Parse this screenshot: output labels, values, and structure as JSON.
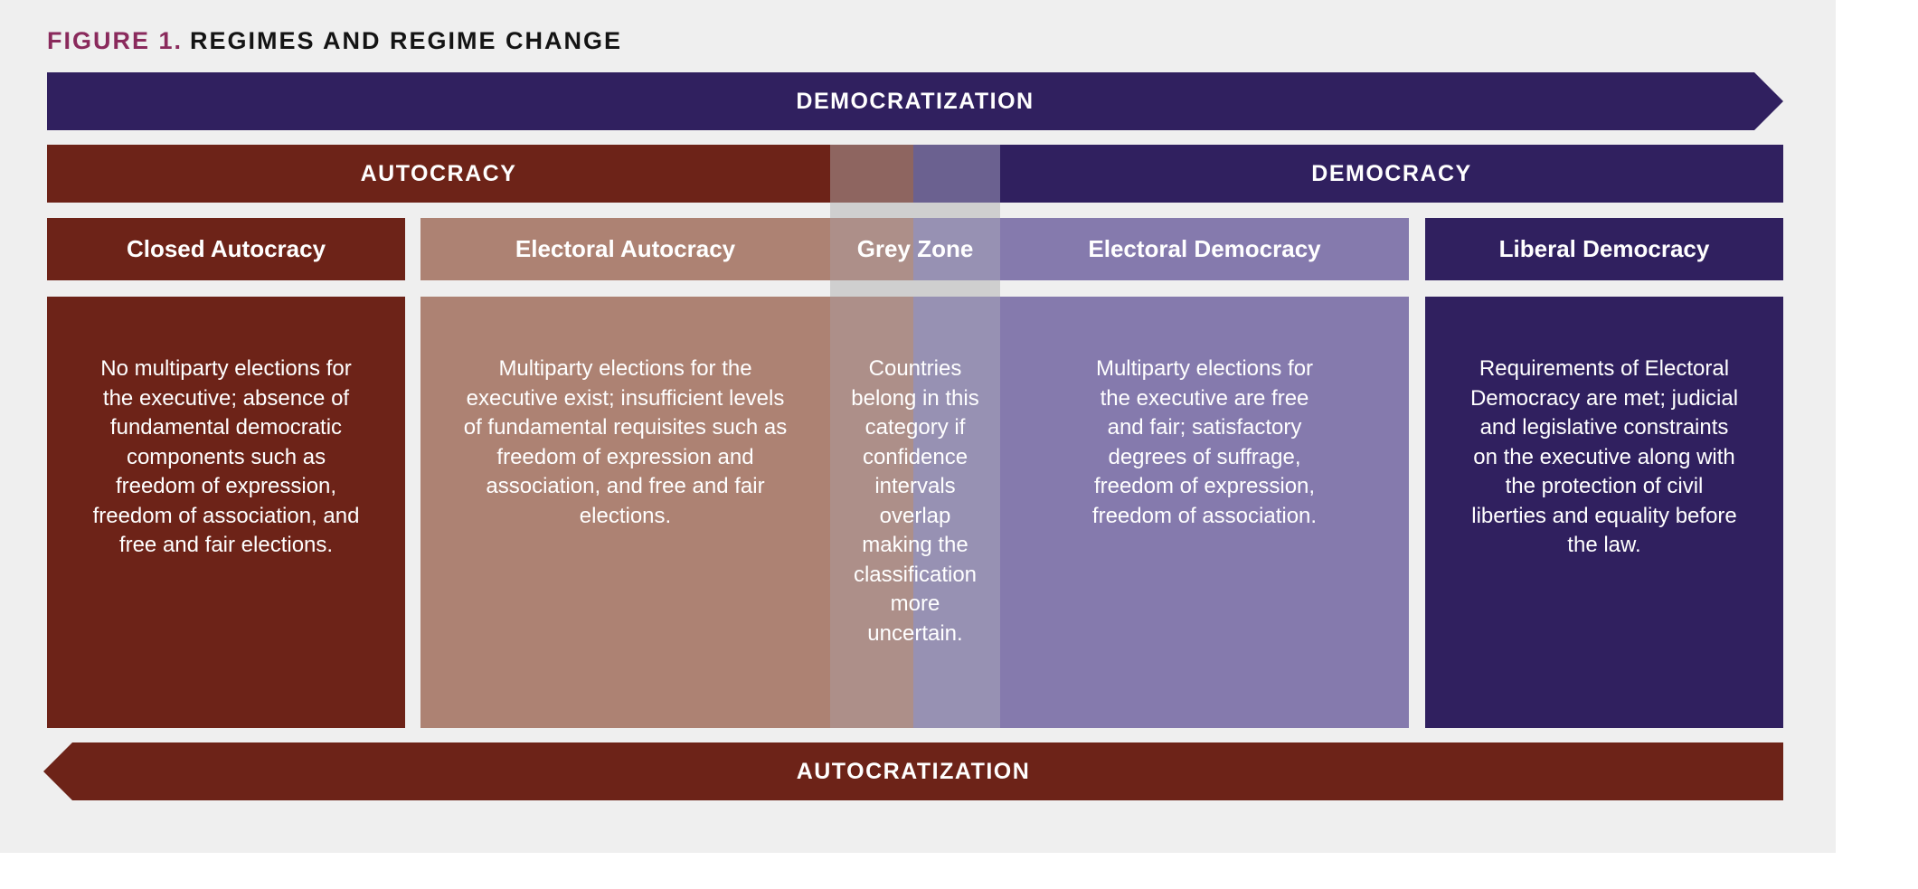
{
  "figure": {
    "label": "FIGURE 1.",
    "title": "REGIMES AND REGIME CHANGE"
  },
  "arrows": {
    "top_label": "DEMOCRATIZATION",
    "bottom_label": "AUTOCRATIZATION"
  },
  "groups": {
    "autocracy": "AUTOCRACY",
    "democracy": "DEMOCRACY"
  },
  "regimes": [
    {
      "name": "Closed Autocracy",
      "description": "No multiparty elections for the executive; absence of fundamental democratic components such as  freedom of expression, freedom of association, and free and fair elections."
    },
    {
      "name": "Electoral Autocracy",
      "description": "Multiparty elections for the executive exist; insufficient levels of fundamental requisites such as freedom of expression and association, and free and fair elections."
    },
    {
      "name": "Grey Zone",
      "description": "Countries belong in this category if confidence intervals overlap making the classification more uncertain."
    },
    {
      "name": "Electoral Democracy",
      "description": "Multiparty elections for the executive are free and fair; satisfactory degrees of suffrage, freedom of expression, freedom of association."
    },
    {
      "name": "Liberal Democracy",
      "description": "Requirements of Electoral Democracy are met; judicial and legislative constraints on the executive along with the protection of civil liberties and equality before the law."
    }
  ],
  "colors": {
    "autocracy_dark": "#6d2318",
    "autocracy_light": "#ad8273",
    "democracy_dark": "#30205f",
    "democracy_light": "#857aad",
    "grey_left": "#ad8f89",
    "grey_right": "#9791b3",
    "figure_label": "#8a2a5c"
  }
}
